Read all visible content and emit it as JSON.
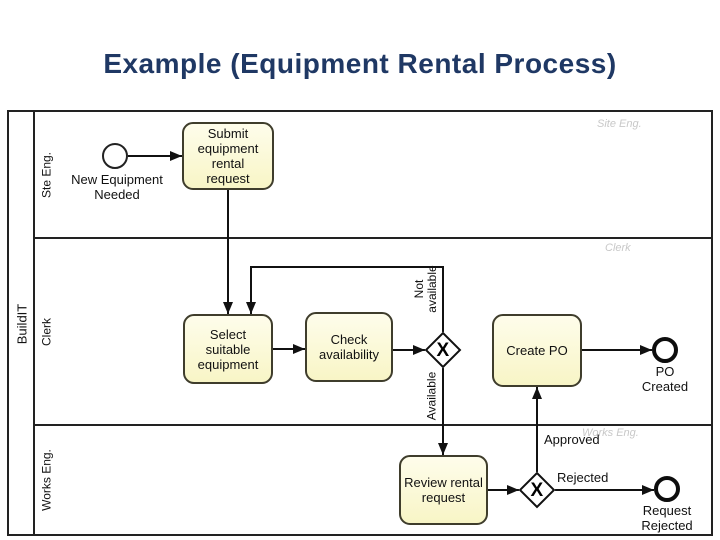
{
  "title": "Example (Equipment Rental Process)",
  "pool": {
    "name": "BuildIT",
    "lanes": [
      {
        "label": "Ste Eng.",
        "watermark": "Site Eng."
      },
      {
        "label": "Clerk",
        "watermark": "Clerk"
      },
      {
        "label": "Works Eng.",
        "watermark": "Works Eng."
      }
    ]
  },
  "events": {
    "start": {
      "label": "New Equipment\nNeeded"
    },
    "po_created": {
      "label": "PO\nCreated"
    },
    "request_rejected": {
      "label": "Request\nRejected"
    }
  },
  "tasks": {
    "submit": {
      "label": "Submit\nequipment\nrental\nrequest"
    },
    "select": {
      "label": "Select\nsuitable\nequipment"
    },
    "check": {
      "label": "Check\navailability"
    },
    "review": {
      "label": "Review rental\nrequest"
    },
    "create_po": {
      "label": "Create PO"
    }
  },
  "gateways": {
    "marker": "X"
  },
  "edge_labels": {
    "not_available": "Not\navailable",
    "available": "Available",
    "approved": "Approved",
    "rejected": "Rejected"
  },
  "colors": {
    "title": "#1F3864",
    "task_fill": "#F8F5C6",
    "watermark": "#C8C8C8",
    "line": "#111111"
  }
}
